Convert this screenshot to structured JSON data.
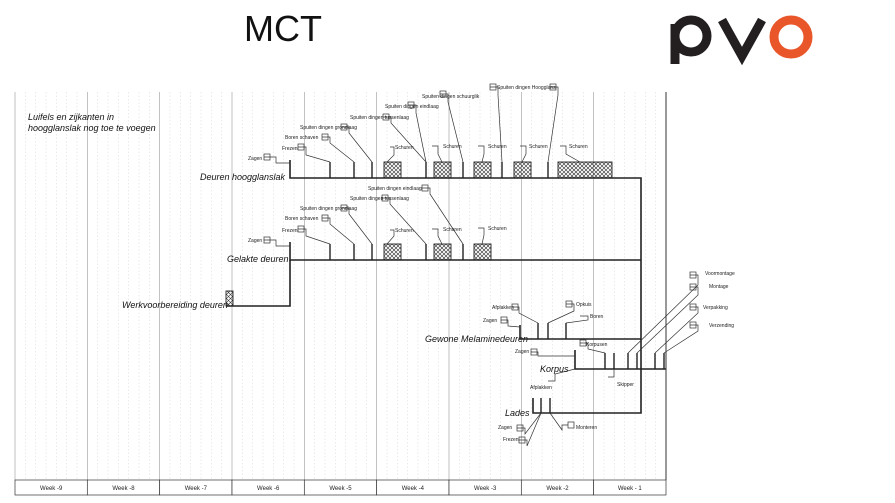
{
  "header": {
    "title": "MCT",
    "logo_text": "pvo",
    "brand_dark": "#231f20",
    "brand_orange": "#e8562a"
  },
  "note": {
    "line1": "Luifels en zijkanten in",
    "line2": "hoogglanslak nog toe te voegen"
  },
  "weeks": [
    "Week -9",
    "Week -8",
    "Week -7",
    "Week -6",
    "Week -5",
    "Week -4",
    "Week -3",
    "Week -2",
    "Week - 1"
  ],
  "swimlanes": {
    "hoogglanslak": "Deuren hoogglanslak",
    "gelakt": "Gelakte deuren",
    "werkvoorbereiding": "Werkvoorbereiding deuren",
    "melamine": "Gewone Melaminedeuren",
    "korpus": "Korpus",
    "lades": "Lades"
  },
  "labels": {
    "zagen": "Zagen",
    "frezen": "Frezen",
    "boren_schaven": "Boren schaven",
    "spuiten_grondlaag": "Spuiten dingen grondlaag",
    "spuiten_tussenlaag": "Spuiten dingen tussenlaag",
    "spuiten_eindlaag": "Spuiten dingen eindlaag",
    "spuiten_schuurglik": "Spuiten dingen schuurglik",
    "spuiten_hoogglans": "Spuiten dingen Hoogglans",
    "schuren": "Schuren",
    "afplakken": "Afplakken",
    "opkuis": "Opkuis",
    "boren": "Boren",
    "korpusen": "Korpusen",
    "skipper": "Skipper",
    "monteren": "Monteren",
    "voormontage": "Voormontage",
    "montage": "Montage",
    "verpakking": "Verpakking",
    "verzending": "Verzending"
  }
}
